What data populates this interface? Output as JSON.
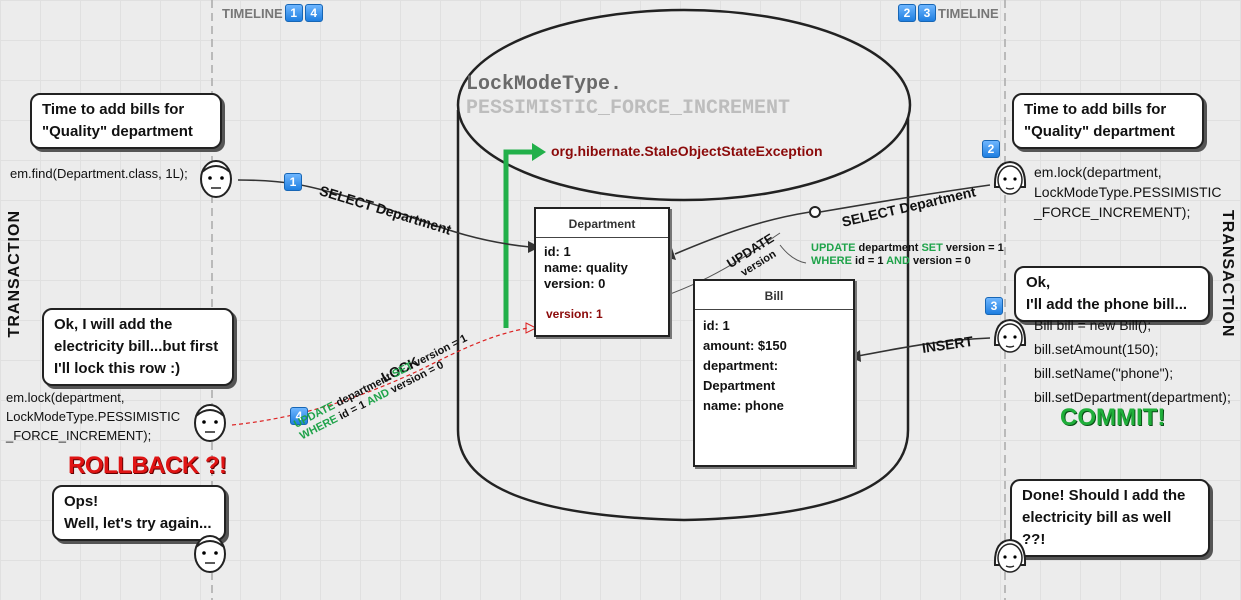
{
  "timeline_left": {
    "label": "TIMELINE",
    "badges": [
      "1",
      "4"
    ]
  },
  "timeline_right": {
    "label": "TIMELINE",
    "badges": [
      "2",
      "3"
    ]
  },
  "transaction_left": "TRANSACTION",
  "transaction_right": "TRANSACTION",
  "db": {
    "title_line1": "LockModeType.",
    "title_line2": "PESSIMISTIC_FORCE_INCREMENT",
    "exception": "org.hibernate.StaleObjectStateException"
  },
  "department_table": {
    "header": "Department",
    "body": "id: 1\nname: quality\nversion: 0",
    "version_new": "version: 1"
  },
  "bill_table": {
    "header": "Bill",
    "body": "id: 1\namount: $150\ndepartment: Department\nname: phone"
  },
  "left_user": {
    "bubble1": "Time to add bills for\n\"Quality\" department",
    "code1": "em.find(Department.class, 1L);",
    "step1": "1",
    "select_label": "SELECT Department",
    "bubble2": "Ok, I will add the\nelectricity bill...but first\nI'll lock this row :)",
    "code2": "em.lock(department,\nLockModeType.PESSIMISTIC\n_FORCE_INCREMENT);",
    "step4": "4",
    "lock_label": "LOCK",
    "lock_sql_update": "UPDATE",
    "lock_sql_dept": "department",
    "lock_sql_set": "SET",
    "lock_sql_version": "version = 1",
    "lock_sql_where": "WHERE",
    "lock_sql_cond1": "id = 1",
    "lock_sql_and": "AND",
    "lock_sql_cond2": "version = 0",
    "rollback": "ROLLBACK ?!",
    "bubble3": "Ops!\nWell, let's try again..."
  },
  "right_user": {
    "bubble1": "Time to add bills for\n\"Quality\" department",
    "step2": "2",
    "code1": "em.lock(department,\nLockModeType.PESSIMISTIC\n_FORCE_INCREMENT);",
    "select_label": "SELECT Department",
    "update_label": "UPDATE",
    "update_sub": "version",
    "sql_update": "UPDATE",
    "sql_dept": "department",
    "sql_set": "SET",
    "sql_version": "version = 1",
    "sql_where": "WHERE",
    "sql_cond1": "id = 1",
    "sql_and": "AND",
    "sql_cond2": "version = 0",
    "bubble2": "Ok,\nI'll add the phone bill...",
    "step3": "3",
    "insert_label": "INSERT",
    "code2": "Bill bill = new Bill();\nbill.setAmount(150);\nbill.setName(\"phone\");\nbill.setDepartment(department);",
    "commit": "COMMIT!",
    "bubble3": "Done! Should I add the\nelectricity bill as well ??!"
  },
  "colors": {
    "accent_green": "#1fae3a",
    "exception_red": "#8b0a0a",
    "rollback_red": "#e01414",
    "badge_blue": "#1e7ee0"
  }
}
